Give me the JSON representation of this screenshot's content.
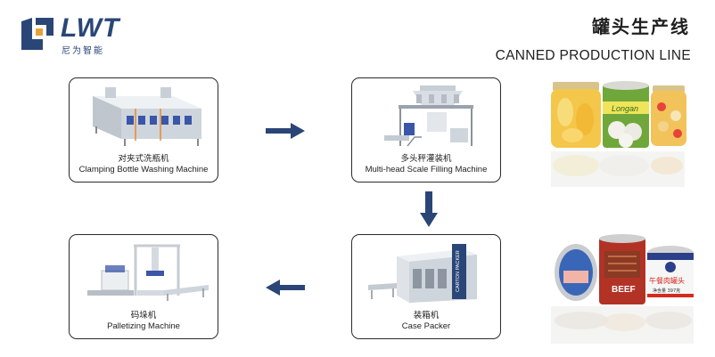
{
  "brand": {
    "wordmark": "LWT",
    "subtitle": "尼为智能",
    "color": "#2a4677"
  },
  "title": {
    "cn": "罐头生产线",
    "en": "CANNED PRODUCTION LINE"
  },
  "machines": [
    {
      "cn": "对夹式洗瓶机",
      "en": "Clamping Bottle Washing Machine"
    },
    {
      "cn": "多头秤灌装机",
      "en": "Multi-head Scale Filling Machine"
    },
    {
      "cn": "装箱机",
      "en": "Case Packer"
    },
    {
      "cn": "码垛机",
      "en": "Palletizing Machine"
    }
  ],
  "flow_arrow_color": "#2a4677",
  "can_labels": {
    "jar_brand": "Longan",
    "beef": "BEEF",
    "luncheon": "午餐肉罐头",
    "net": "净含量 397克",
    "packer_panel": "CARTON PACKER"
  }
}
